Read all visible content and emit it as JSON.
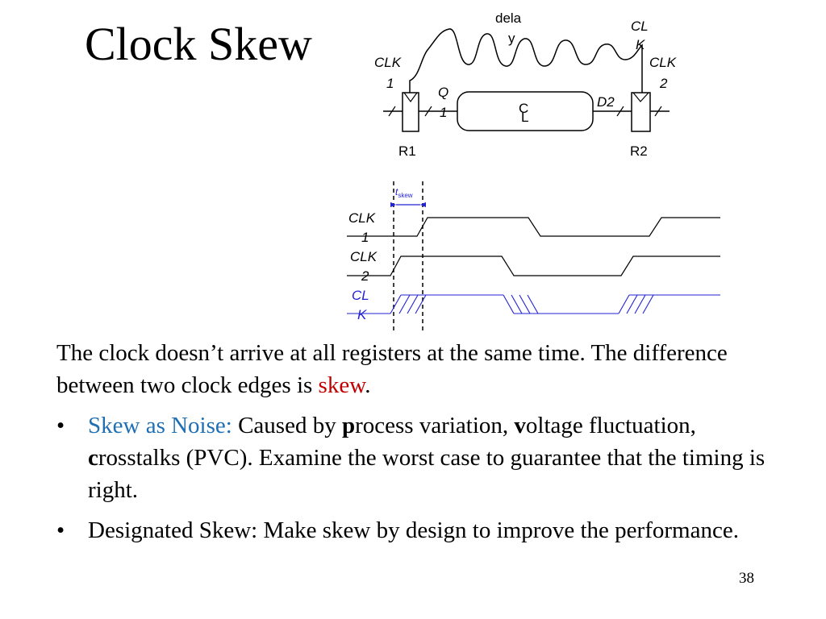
{
  "slide": {
    "title": "Clock Skew",
    "page_number": "38",
    "colors": {
      "accent_red": "#c00000",
      "accent_blue": "#1f6fb4",
      "signal_blue": "#2323d6"
    }
  },
  "circuit": {
    "delay_label": [
      "dela",
      "y"
    ],
    "clk_label": [
      "CL",
      "K"
    ],
    "clk1_label": [
      "CLK",
      "1"
    ],
    "clk2_label": [
      "CLK",
      "2"
    ],
    "q1_label": [
      "Q",
      "1"
    ],
    "cl_label": [
      "C",
      "L"
    ],
    "d2_label": "D2",
    "r1_label": "R1",
    "r2_label": "R2"
  },
  "timing": {
    "tskew_t": "t",
    "tskew_sub": "skew",
    "clk1_label": [
      "CLK",
      "1"
    ],
    "clk2_label": [
      "CLK",
      "2"
    ],
    "clk_label": [
      "CL",
      "K"
    ]
  },
  "body": {
    "para_text": "The clock doesn’t arrive at all registers at the same time. The difference between two clock edges is ",
    "para_highlight": "skew",
    "para_end": ".",
    "bullet_mark": "•",
    "bullet1_title": "Skew as Noise:",
    "bullet1_t1": " Caused by ",
    "bullet1_b1": "p",
    "bullet1_t2": "rocess variation, ",
    "bullet1_b2": "v",
    "bullet1_t3": "oltage fluctuation, ",
    "bullet1_b3": "c",
    "bullet1_t4": "rosstalks (PVC). Examine the worst case to guarantee that the timing is right.",
    "bullet2_text": "Designated Skew: Make skew by design to improve the performance."
  }
}
